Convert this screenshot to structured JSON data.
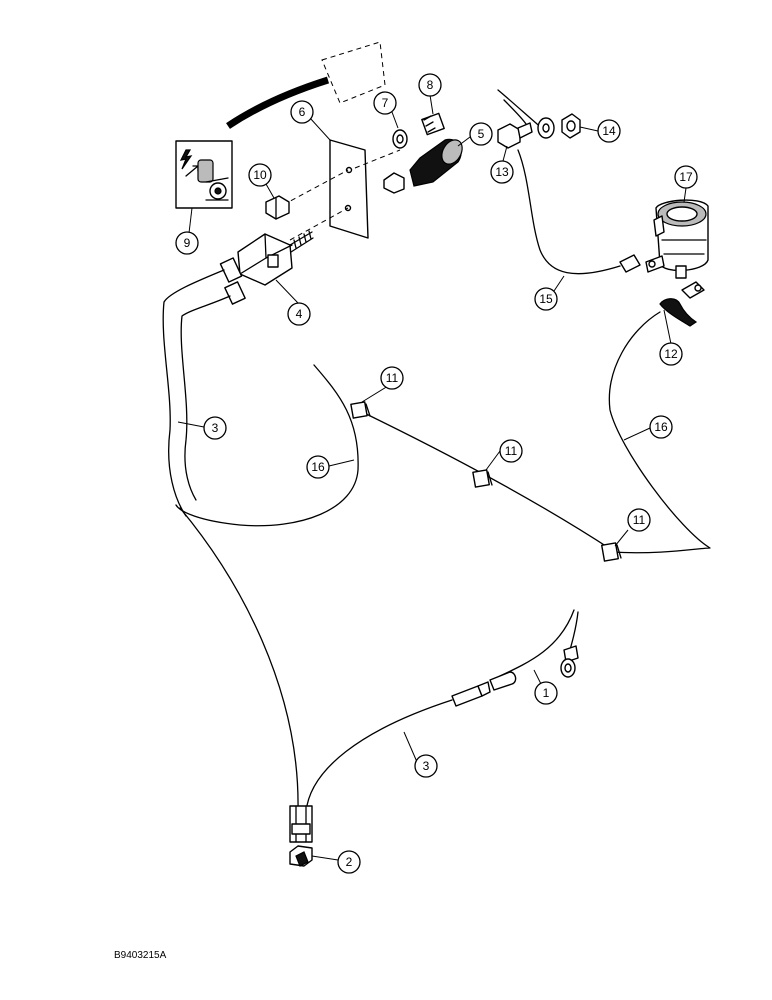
{
  "figure_code": "B9403215A",
  "callouts": [
    {
      "id": "c1",
      "label": "1"
    },
    {
      "id": "c2",
      "label": "2"
    },
    {
      "id": "c3a",
      "label": "3"
    },
    {
      "id": "c3b",
      "label": "3"
    },
    {
      "id": "c4",
      "label": "4"
    },
    {
      "id": "c5",
      "label": "5"
    },
    {
      "id": "c6",
      "label": "6"
    },
    {
      "id": "c7",
      "label": "7"
    },
    {
      "id": "c8",
      "label": "8"
    },
    {
      "id": "c9",
      "label": "9"
    },
    {
      "id": "c10",
      "label": "10"
    },
    {
      "id": "c11a",
      "label": "11"
    },
    {
      "id": "c11b",
      "label": "11"
    },
    {
      "id": "c11c",
      "label": "11"
    },
    {
      "id": "c12",
      "label": "12"
    },
    {
      "id": "c13",
      "label": "13"
    },
    {
      "id": "c14",
      "label": "14"
    },
    {
      "id": "c15",
      "label": "15"
    },
    {
      "id": "c16a",
      "label": "16"
    },
    {
      "id": "c16b",
      "label": "16"
    },
    {
      "id": "c17",
      "label": "17"
    }
  ]
}
